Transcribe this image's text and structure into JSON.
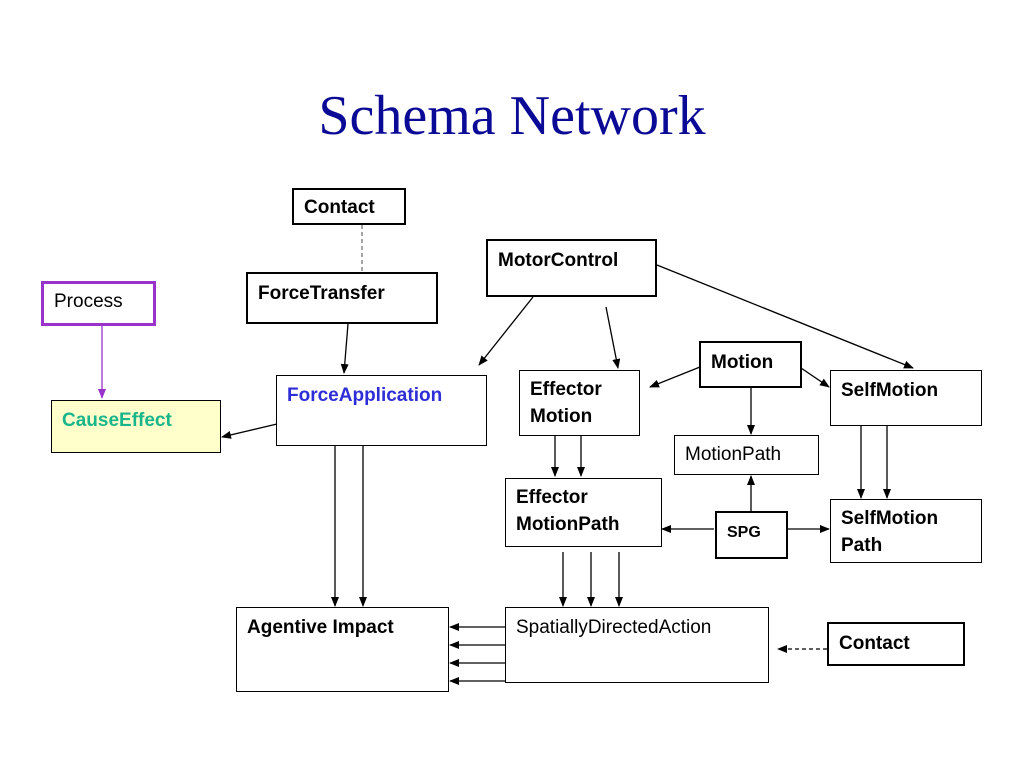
{
  "title": "Schema Network",
  "nodes": {
    "contact_top": "Contact",
    "motor_control": "MotorControl",
    "force_transfer": "ForceTransfer",
    "process": "Process",
    "cause_effect": "CauseEffect",
    "force_application": "ForceApplication",
    "effector_motion_1": "Effector",
    "effector_motion_2": "Motion",
    "motion": "Motion",
    "self_motion": "SelfMotion",
    "motion_path": "MotionPath",
    "effector_motion_path_1": "Effector",
    "effector_motion_path_2": "MotionPath",
    "spg": "SPG",
    "self_motion_path_1": "SelfMotion",
    "self_motion_path_2": "Path",
    "agentive_impact": "Agentive Impact",
    "spatially_directed_action": "SpatiallyDirectedAction",
    "contact_bottom": "Contact"
  },
  "colors": {
    "title": "#0a0a96",
    "process_border": "#9933cc",
    "process_arrow": "#9933cc",
    "cause_effect_fill": "#ffffcc",
    "cause_effect_text": "#1ab58a",
    "force_application_text": "#2e2ed6"
  }
}
